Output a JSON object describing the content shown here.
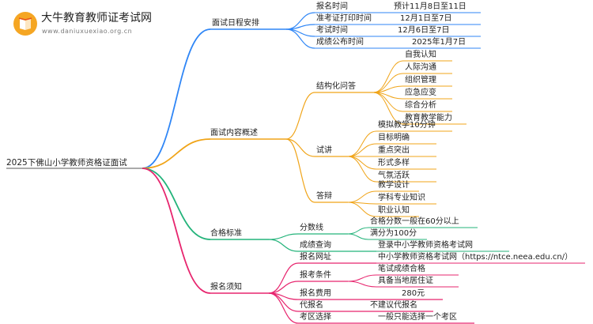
{
  "logo": {
    "title": "大牛教育教师证考试网",
    "url": "www.daniuxuexiao.org.cn",
    "icon": "book-icon",
    "colors": {
      "badge": "#f5a623",
      "accent": "#e8541d"
    }
  },
  "colors": {
    "schedule": "#2f86f6",
    "content": "#f0a418",
    "standard": "#23b37a",
    "registration": "#e7256e"
  },
  "mindmap": {
    "root": "2025下佛山小学教师资格证面试",
    "schedule": {
      "label": "面试日程安排",
      "items": [
        {
          "name": "报名时间",
          "value": "预计11月8日至11日"
        },
        {
          "name": "准考证打印时间",
          "value": "12月1日至7日"
        },
        {
          "name": "考试时间",
          "value": "12月6日至7日"
        },
        {
          "name": "成绩公布时间",
          "value": "2025年1月7日"
        }
      ]
    },
    "content": {
      "label": "面试内容概述",
      "structured": {
        "label": "结构化问答",
        "items": [
          "自我认知",
          "人际沟通",
          "组织管理",
          "应急应变",
          "综合分析",
          "教育教学能力"
        ]
      },
      "lecture": {
        "label": "试讲",
        "items": [
          "模拟教学10分钟",
          "目标明确",
          "重点突出",
          "形式多样",
          "气氛活跃"
        ]
      },
      "defense": {
        "label": "答辩",
        "items": [
          "教学设计",
          "学科专业知识",
          "职业认知"
        ]
      }
    },
    "standard": {
      "label": "合格标准",
      "score": {
        "label": "分数线",
        "items": [
          "合格分数一般在60分以上",
          "满分为100分"
        ]
      },
      "query": {
        "label": "成绩查询",
        "value": "登录中小学教师资格考试网"
      }
    },
    "registration": {
      "label": "报名须知",
      "website": {
        "label": "报名网址",
        "value": "中小学教师资格考试网（https://ntce.neea.edu.cn/）"
      },
      "conditions": {
        "label": "报考条件",
        "items": [
          "笔试成绩合格",
          "具备当地居住证"
        ]
      },
      "fee": {
        "label": "报名费用",
        "value": "280元"
      },
      "proxy": {
        "label": "代报名",
        "value": "不建议代报名"
      },
      "venue": {
        "label": "考区选择",
        "value": "一般只能选择一个考区"
      }
    }
  }
}
